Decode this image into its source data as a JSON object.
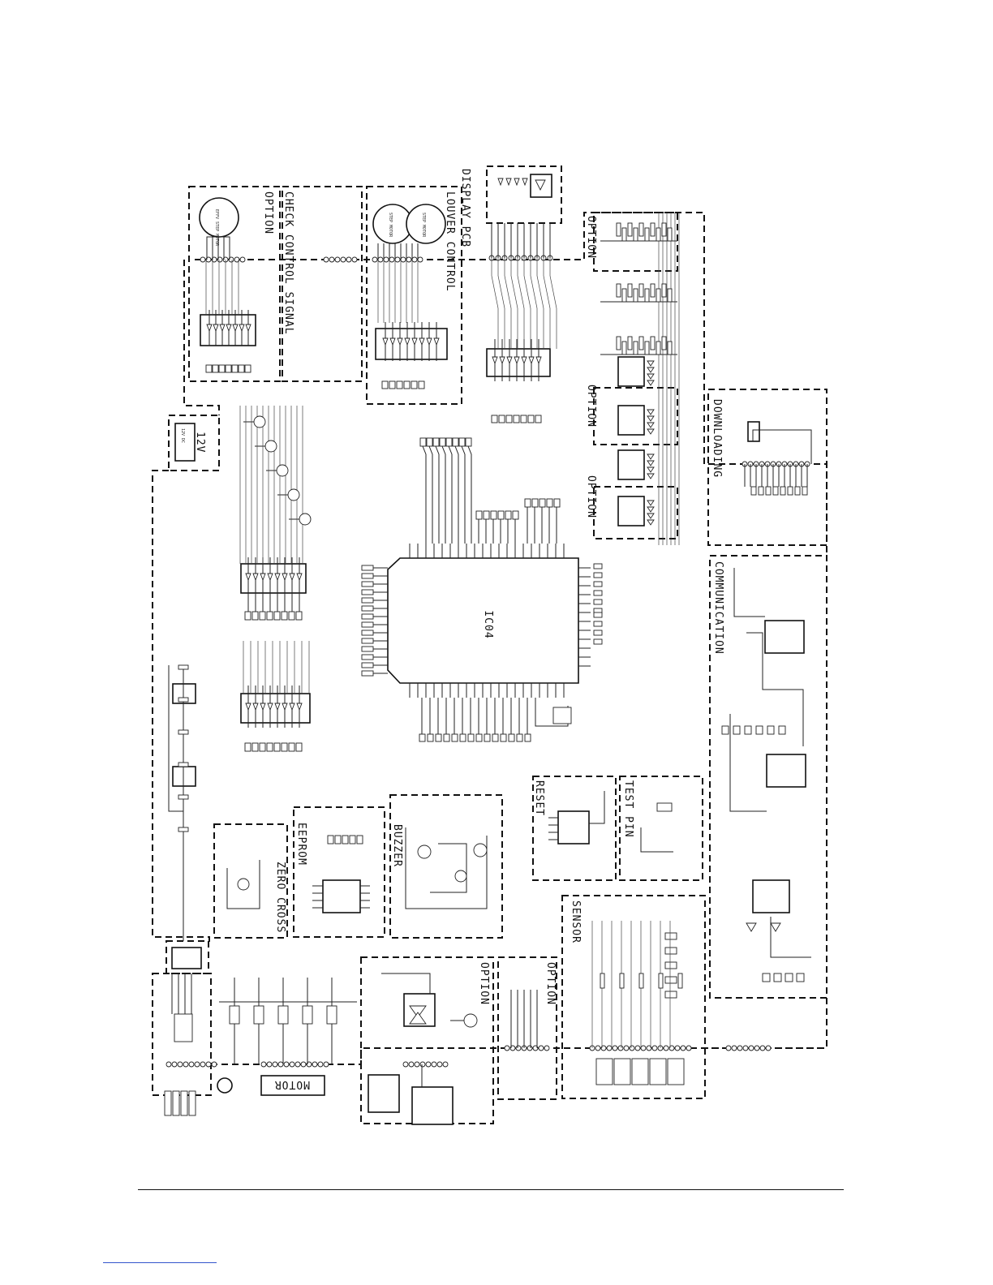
{
  "diagram": {
    "blocks": {
      "option_top": "OPTION",
      "check_control": "CHECK CONTROL SIGNAL",
      "louver_control": "LOUVER CONTROL",
      "display_pcb": "DISPLAY PCB",
      "option_right_top": "OPTION",
      "option_right_mid": "OPTION",
      "option_right_low": "OPTION",
      "downloading": "DOWNLOADING",
      "communication": "COMMUNICATION",
      "power_12v": "12V",
      "power_12v_box": "12V DC",
      "main_ic": "IC04",
      "zero_cross": "ZERO CROSS",
      "eeprom": "EEPROM",
      "buzzer": "BUZZER",
      "reset": "RESET",
      "test_pin": "TEST PIN",
      "sensor": "SENSOR",
      "option_bottom": "OPTION",
      "motor": "MOTOR",
      "stp_motor_1": "STEP MOTOR",
      "stp_motor_2": "STEP MOTOR",
      "effv_motor": "EFFV STEP MOTOR"
    }
  }
}
